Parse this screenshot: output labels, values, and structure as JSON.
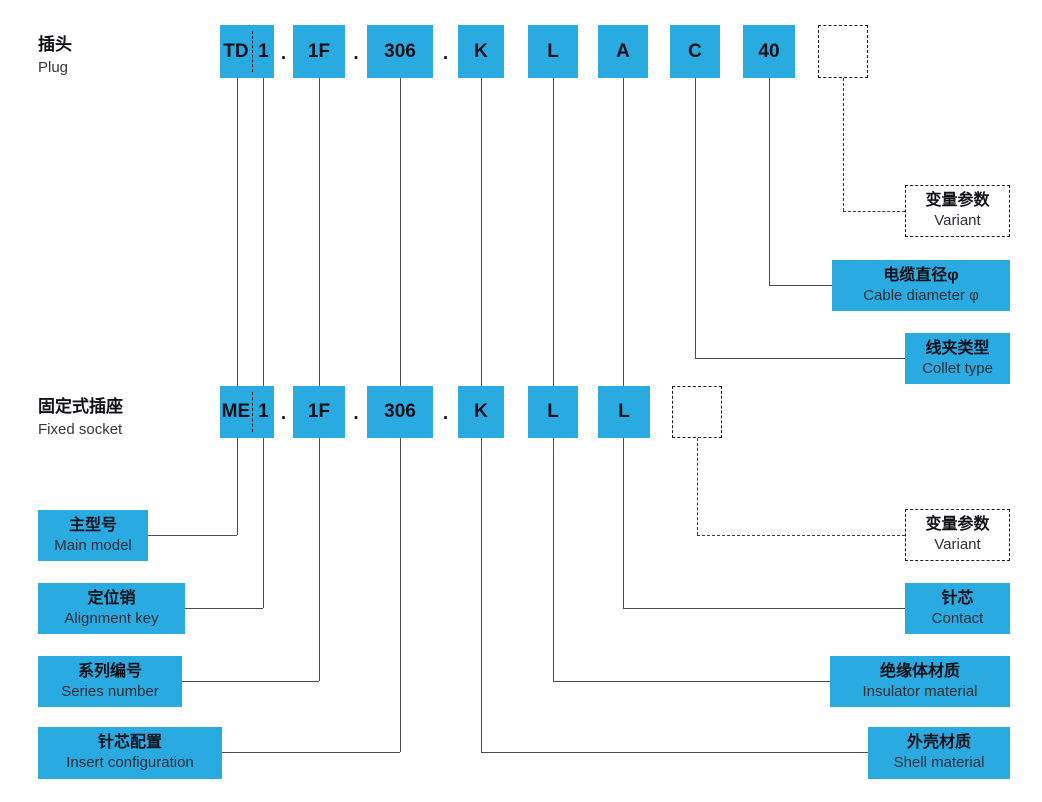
{
  "sep": ".",
  "plug": {
    "label_zh": "插头",
    "label_en": "Plug",
    "code": {
      "prefix": "TD",
      "key": "1",
      "series": "1F",
      "insert": "306",
      "shell": "K",
      "insulator": "L",
      "contact": "A",
      "collet": "C",
      "cable": "40"
    }
  },
  "socket": {
    "label_zh": "固定式插座",
    "label_en": "Fixed socket",
    "code": {
      "prefix": "ME",
      "key": "1",
      "series": "1F",
      "insert": "306",
      "shell": "K",
      "insulator": "L",
      "contact": "L"
    }
  },
  "callouts": {
    "variant_top": {
      "zh": "变量参数",
      "en": "Variant"
    },
    "cable_diameter": {
      "zh": "电缆直径φ",
      "en": "Cable diameter φ"
    },
    "collet_type": {
      "zh": "线夹类型",
      "en": "Collet type"
    },
    "variant_bottom": {
      "zh": "变量参数",
      "en": "Variant"
    },
    "contact": {
      "zh": "针芯",
      "en": "Contact"
    },
    "insulator_material": {
      "zh": "绝缘体材质",
      "en": "Insulator material"
    },
    "shell_material": {
      "zh": "外壳材质",
      "en": "Shell material"
    },
    "main_model": {
      "zh": "主型号",
      "en": "Main model"
    },
    "alignment_key": {
      "zh": "定位销",
      "en": "Alignment key"
    },
    "series_number": {
      "zh": "系列编号",
      "en": "Series number"
    },
    "insert_configuration": {
      "zh": "针芯配置",
      "en": "Insert configuration"
    }
  },
  "colors": {
    "accent": "#29ABE2",
    "line": "#4d4d4d"
  }
}
